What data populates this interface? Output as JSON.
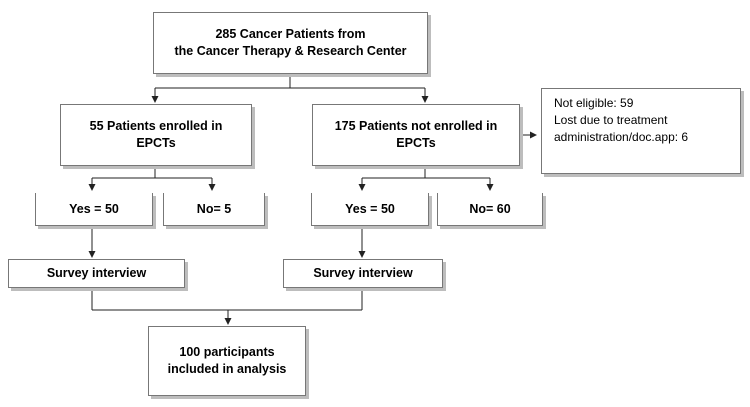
{
  "flowchart": {
    "source_box": "285 Cancer Patients from\nthe Cancer Therapy & Research Center",
    "enrolled_box": "55 Patients enrolled in\nEPCTs",
    "not_enrolled_box": "175 Patients not enrolled in\nEPCTs",
    "exclusion_note": {
      "line1": "Not eligible: 59",
      "line2": "Lost due to treatment",
      "line3": "administration/doc.app: 6"
    },
    "enrolled_yes": "Yes = 50",
    "enrolled_no": "No= 5",
    "not_enrolled_yes": "Yes = 50",
    "not_enrolled_no": "No= 60",
    "survey_left": "Survey interview",
    "survey_right": "Survey interview",
    "final_box": "100 participants\nincluded in analysis"
  }
}
